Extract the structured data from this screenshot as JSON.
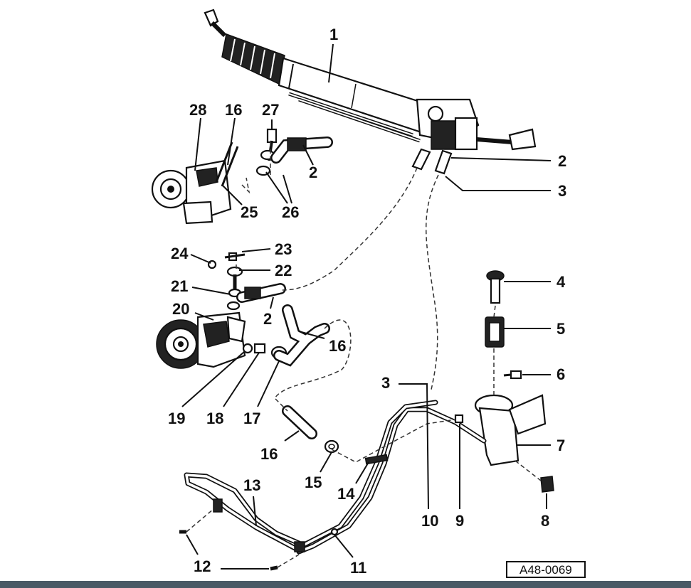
{
  "diagram": {
    "reference_code": "A48-0069",
    "labels": {
      "l1": "1",
      "l2a": "2",
      "l2b": "2",
      "l2c": "2",
      "l3a": "3",
      "l3b": "3",
      "l4": "4",
      "l5": "5",
      "l6": "6",
      "l7": "7",
      "l8": "8",
      "l9": "9",
      "l10": "10",
      "l11": "11",
      "l12": "12",
      "l13": "13",
      "l14": "14",
      "l15": "15",
      "l16a": "16",
      "l16b": "16",
      "l16c": "16",
      "l17": "17",
      "l18": "18",
      "l19": "19",
      "l20": "20",
      "l21": "21",
      "l22": "22",
      "l23": "23",
      "l24": "24",
      "l25": "25",
      "l26": "26",
      "l27": "27",
      "l28": "28"
    }
  }
}
